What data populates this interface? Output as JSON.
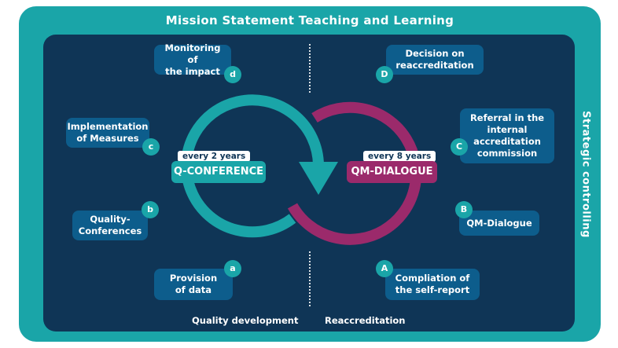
{
  "title": "Mission Statement Teaching and Learning",
  "side_label": "Strategic controlling",
  "colors": {
    "teal": "#1aa5a8",
    "navy": "#0f3556",
    "box_blue": "#0d5d8c",
    "magenta": "#9b2a6b"
  },
  "left_cycle": {
    "frequency": "every 2 years",
    "name": "Q-CONFERENCE",
    "footer": "Quality development",
    "steps": [
      {
        "badge": "a",
        "label_lines": [
          "Provision",
          "of data"
        ]
      },
      {
        "badge": "b",
        "label_lines": [
          "Quality-",
          "Conferences"
        ]
      },
      {
        "badge": "c",
        "label_lines": [
          "Implementation",
          "of Measures"
        ]
      },
      {
        "badge": "d",
        "label_lines": [
          "Monitoring of",
          "the impact"
        ]
      }
    ]
  },
  "right_cycle": {
    "frequency": "every 8 years",
    "name": "QM-DIALOGUE",
    "footer": "Reaccreditation",
    "steps": [
      {
        "badge": "A",
        "label_lines": [
          "Compliation of",
          "the self-report"
        ]
      },
      {
        "badge": "B",
        "label_lines": [
          "QM-Dialogue"
        ]
      },
      {
        "badge": "C",
        "label_lines": [
          "Referral in the",
          "internal",
          "accreditation",
          "commission"
        ]
      },
      {
        "badge": "D",
        "label_lines": [
          "Decision on",
          "reaccreditation"
        ]
      }
    ]
  }
}
